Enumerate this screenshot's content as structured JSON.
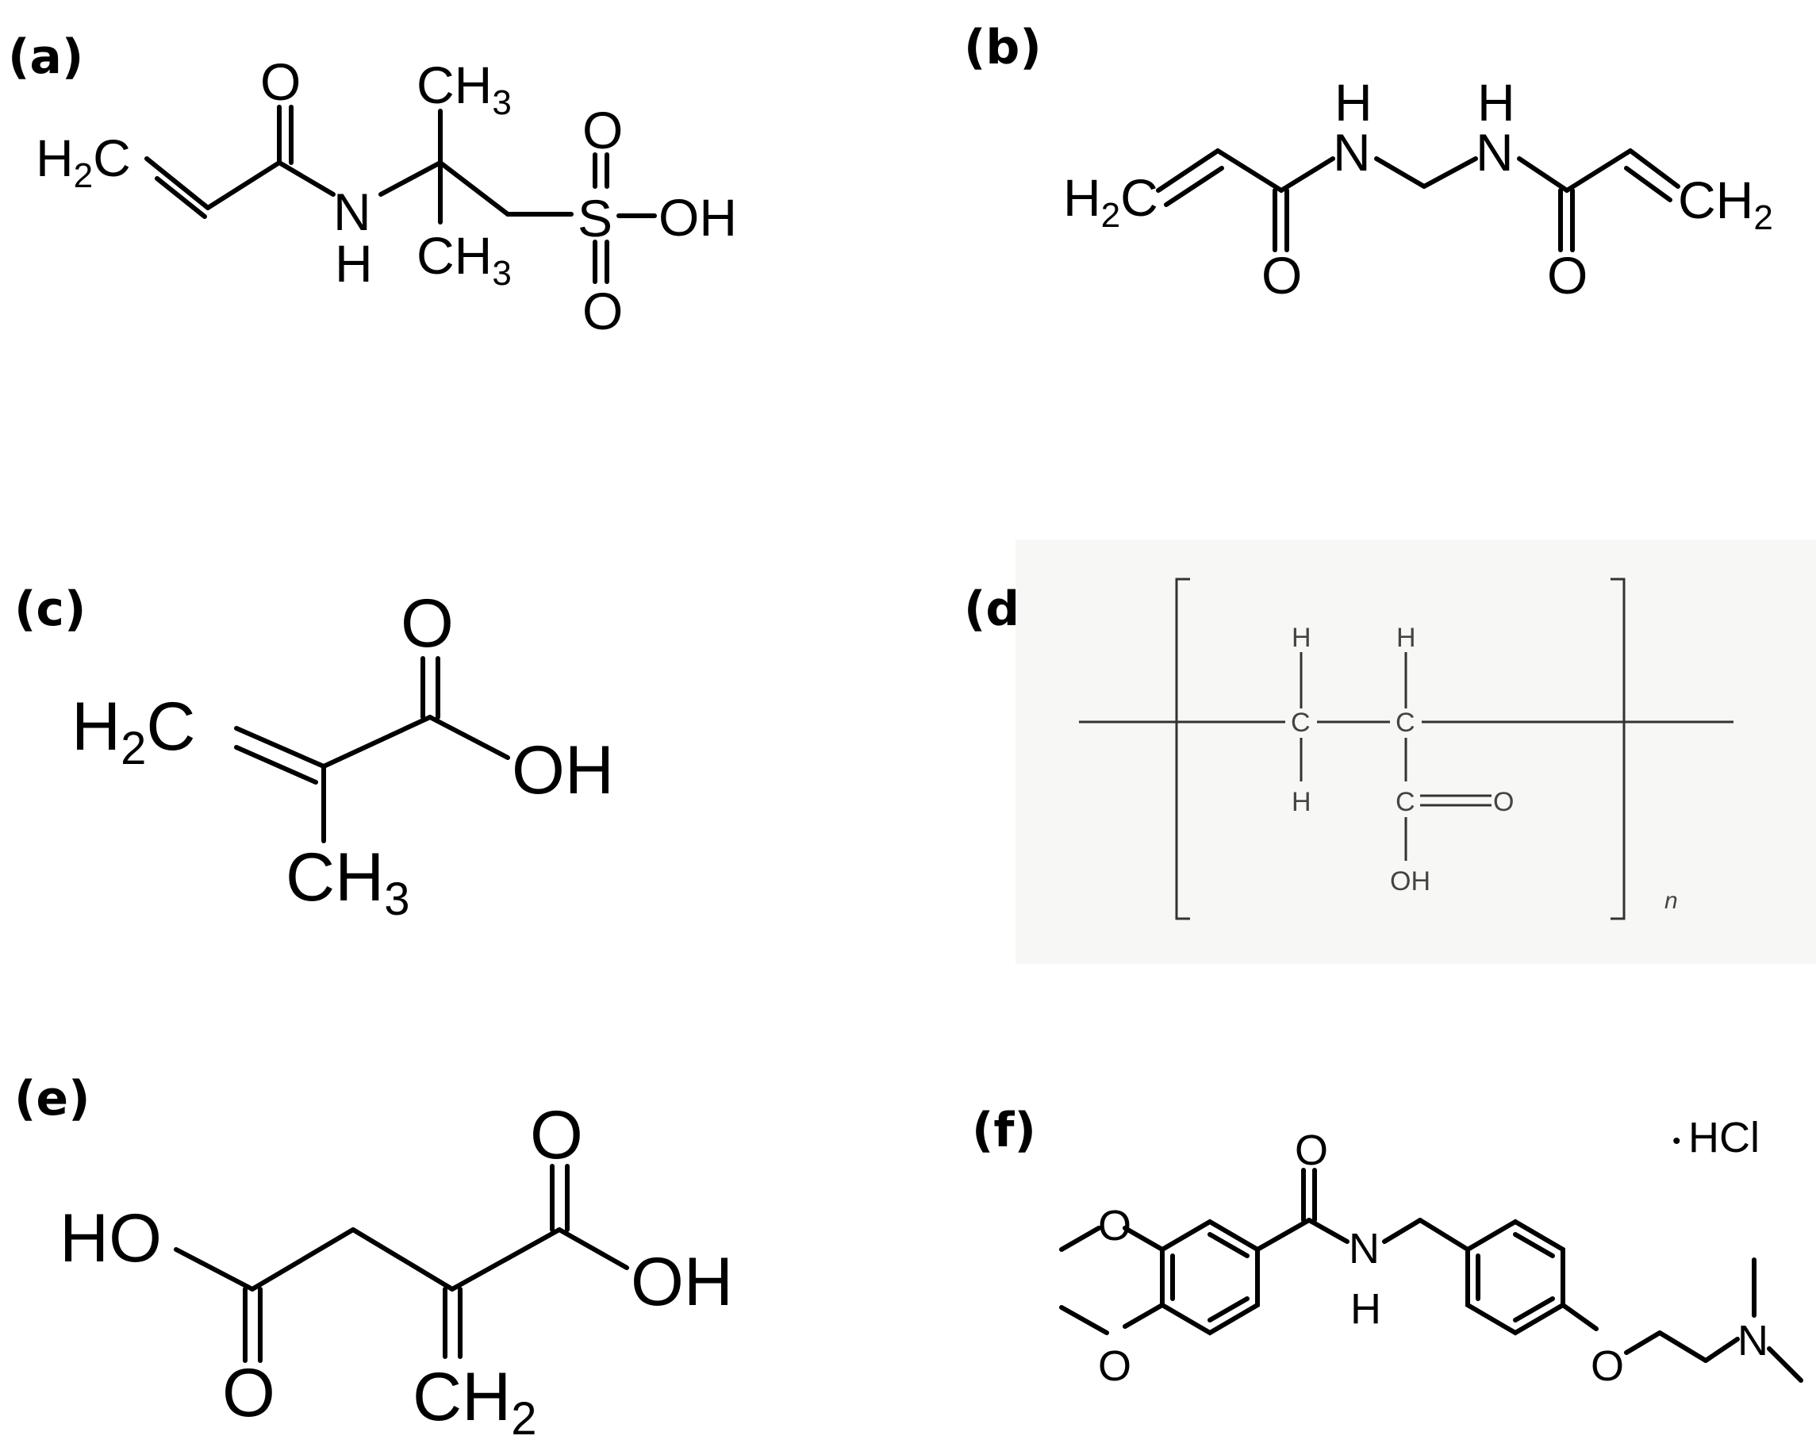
{
  "panels": [
    {
      "label": "(a)"
    },
    {
      "label": "(b)"
    },
    {
      "label": "(c)"
    },
    {
      "label": "(d)"
    },
    {
      "label": "(e)"
    },
    {
      "label": "(f)"
    }
  ],
  "a": {
    "h2c": "H",
    "h2c_sub": "2",
    "h2c_c": "C",
    "o": "O",
    "n": "N",
    "h": "H",
    "ch3_top": "CH",
    "ch3_sub": "3",
    "ch3_bot": "CH",
    "ch3_bot_sub": "3",
    "s": "S",
    "oh": "OH",
    "o_top": "O",
    "o_bot": "O"
  },
  "b": {
    "h_left": "H",
    "n_left": "N",
    "h_right": "H",
    "n_right": "N",
    "h2c": "H",
    "h2c_sub": "2",
    "h2c_c": "C",
    "ch2": "CH",
    "ch2_sub": "2",
    "o_left": "O",
    "o_right": "O"
  },
  "c": {
    "o": "O",
    "h2c": "H",
    "h2c_sub": "2",
    "h2c_c": "C",
    "oh": "OH",
    "ch3": "CH",
    "ch3_sub": "3"
  },
  "d": {
    "h1": "H",
    "h2": "H",
    "c1": "C",
    "c2": "C",
    "h3": "H",
    "c3": "C",
    "o": "O",
    "oh": "OH",
    "n": "n"
  },
  "e": {
    "ho": "HO",
    "o_top": "O",
    "oh": "OH",
    "o_bot": "O",
    "ch2": "CH",
    "ch2_sub": "2"
  },
  "f": {
    "hcl": "HCl",
    "o_top": "O",
    "o1": "O",
    "o2": "O",
    "nh_n": "N",
    "nh_h": "H",
    "o_ether": "O",
    "n_amine": "N"
  }
}
